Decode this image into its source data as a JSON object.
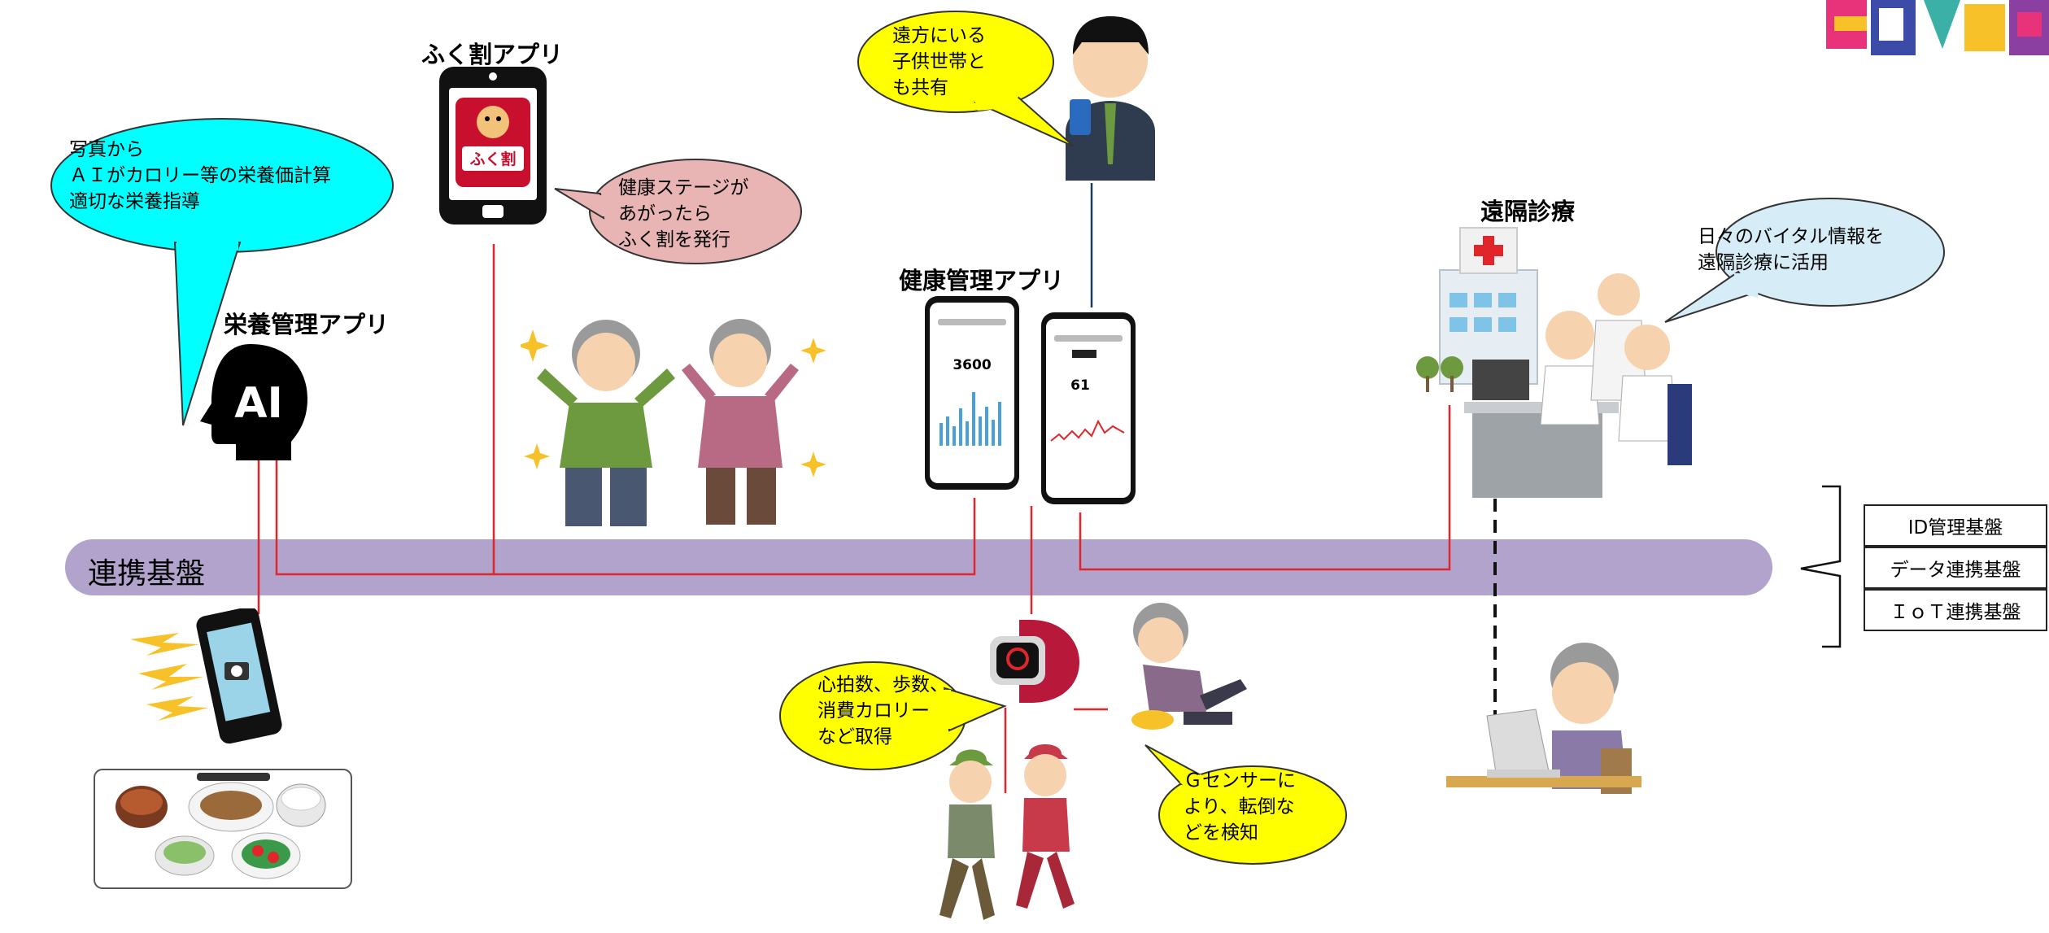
{
  "platform": {
    "label": "連携基盤"
  },
  "apps": {
    "nutrition_title": "栄養管理アプリ",
    "fukuwari_title": "ふく割アプリ",
    "health_title": "健康管理アプリ",
    "remote_title": "遠隔診療",
    "ai_label": "AI",
    "fukuwari_screen_label": "ふく割"
  },
  "bubbles": {
    "ai_photo": "写真から\nＡＩがカロリー等の栄養価計算\n適切な栄養指導",
    "fukuwari": "健康ステージが\nあがったら\nふく割を発行",
    "family": "遠方にいる\n子供世帯と\nも共有",
    "vital": "日々のバイタル情報を\n遠隔診療に活用",
    "heart": "心拍数、歩数、\n消費カロリー\nなど取得",
    "gsensor": "Ｇセンサーに\nより、転倒な\nどを検知"
  },
  "infrastructure": [
    "ID管理基盤",
    "データ連携基盤",
    "ＩｏＴ連携基盤"
  ],
  "phone_screens": {
    "steps_value": "3600",
    "heart_value": "61"
  },
  "colors": {
    "platform_bar": "#b1a3cc",
    "connector_red": "#e0262b",
    "connector_blue": "#1f3a5f",
    "bubble_cyan": "#00ffff",
    "bubble_pink": "#e8b4b4",
    "bubble_yellow": "#ffff00",
    "bubble_lightblue": "#d6ecf6"
  }
}
